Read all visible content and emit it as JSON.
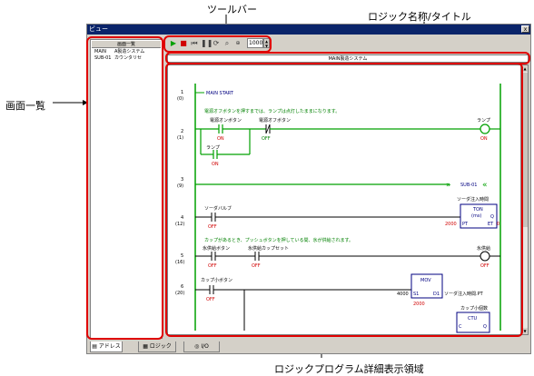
{
  "callouts": {
    "toolbar": "ツールバー",
    "logic_title": "ロジック名称/タイトル",
    "screen_list": "画面一覧",
    "program_area": "ロジックプログラム詳細表示領域"
  },
  "window": {
    "title": "ビュー",
    "close_label": "x"
  },
  "sidebar": {
    "header": "画面一覧",
    "items": [
      {
        "name": "MAIN",
        "title": "A製造システム"
      },
      {
        "name": "SUB-01",
        "title": "カウンタリセ"
      }
    ]
  },
  "toolbar": {
    "zoom_value": "1000",
    "spin_up": "▲",
    "spin_down": "▼"
  },
  "logic_title": "MAIN製造システム",
  "ladder": {
    "rungs": [
      {
        "no": "1",
        "step": "(0)"
      },
      {
        "no": "2",
        "step": "(1)"
      },
      {
        "no": "3",
        "step": "(9)"
      },
      {
        "no": "4",
        "step": "(12)"
      },
      {
        "no": "5",
        "step": "(16)"
      },
      {
        "no": "6",
        "step": "(20)"
      }
    ],
    "main_start": "MAIN START",
    "comment1": "電源オフボタンを押すまでは、ランプは点灯したままになります。",
    "power_on_button": "電源オンボタン",
    "power_off_button": "電源オフボタン",
    "lamp": "ランプ",
    "lamp_self": "ランプ",
    "on": "ON",
    "off": "OFF",
    "jump_target": "SUB-01",
    "soda_valve": "ソーダバルブ",
    "soda_time": "ソーダ注入時間",
    "ton": "TON",
    "ms": "(ms)",
    "q": "Q",
    "pt": "PT",
    "et": "ET",
    "ton_preset": "2000",
    "et_value": "0",
    "comment2": "カップがあるとき、プッシュボタンを押している間、氷が供給されます。",
    "ice_button": "氷供給ボタン",
    "ice_cup_set": "氷供給カップセット",
    "ice_supply": "氷供給",
    "cup_small_button": "カップ小ボタン",
    "mov": "MOV",
    "mov_value": "2000",
    "mov_s1_value": "4000",
    "s1": "S1",
    "d1": "D1",
    "mov_dest": "ソーダ注入時間.PT",
    "cup_small_count": "カップ小個数",
    "ctu": "CTU",
    "q_label": "Q",
    "c_label": "C"
  },
  "scroll": {
    "up": "▲",
    "down": "▼"
  },
  "tabs": [
    {
      "label": "アドレス"
    },
    {
      "label": "ロジック"
    },
    {
      "label": "I/O"
    }
  ]
}
